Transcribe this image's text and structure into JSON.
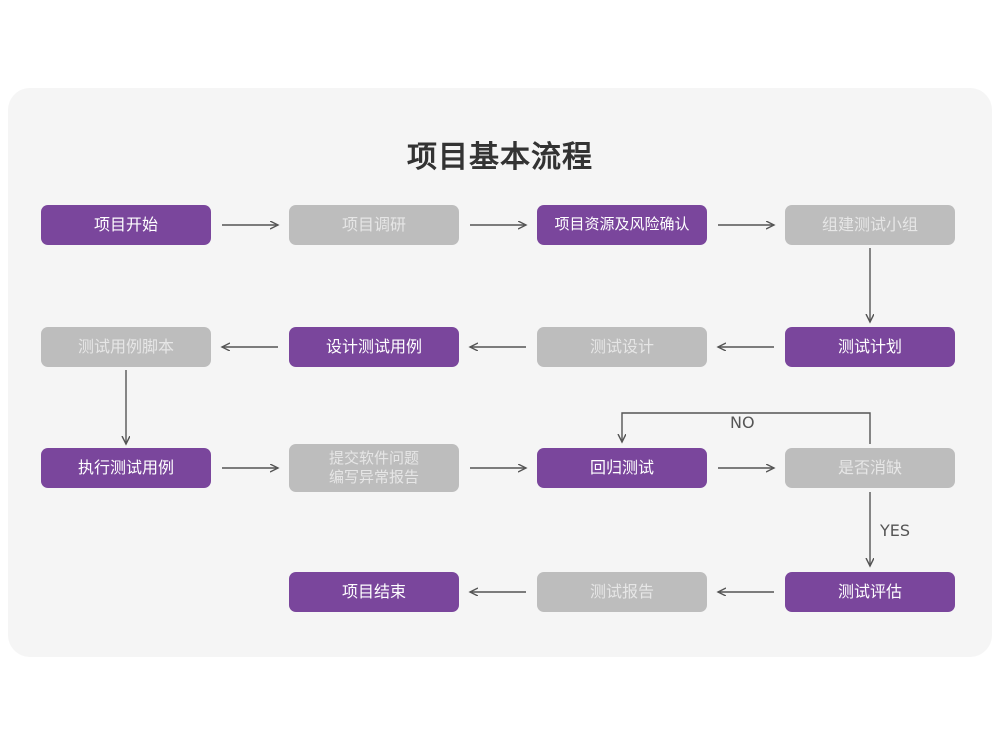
{
  "page": {
    "title": "项目基本流程",
    "background_color": "#ffffff",
    "card_color": "#f5f5f5"
  },
  "colors": {
    "purple": "#7a469c",
    "purple_text": "#ffffff",
    "gray": "#bdbdbd",
    "gray_text": "#e6e6e6",
    "arrow": "#555555",
    "title_text": "#333333"
  },
  "flow": {
    "nodes": [
      {
        "id": "n1",
        "label": "项目开始",
        "style": "purple",
        "row": 1,
        "col": 1
      },
      {
        "id": "n2",
        "label": "项目调研",
        "style": "gray",
        "row": 1,
        "col": 2
      },
      {
        "id": "n3",
        "label": "项目资源及风险确认",
        "style": "purple",
        "row": 1,
        "col": 3
      },
      {
        "id": "n4",
        "label": "组建测试小组",
        "style": "gray",
        "row": 1,
        "col": 4
      },
      {
        "id": "n5",
        "label": "测试用例脚本",
        "style": "gray",
        "row": 2,
        "col": 1
      },
      {
        "id": "n6",
        "label": "设计测试用例",
        "style": "purple",
        "row": 2,
        "col": 2
      },
      {
        "id": "n7",
        "label": "测试设计",
        "style": "gray",
        "row": 2,
        "col": 3
      },
      {
        "id": "n8",
        "label": "测试计划",
        "style": "purple",
        "row": 2,
        "col": 4
      },
      {
        "id": "n9",
        "label": "执行测试用例",
        "style": "purple",
        "row": 3,
        "col": 1
      },
      {
        "id": "n10",
        "label": "提交软件问题\n编写异常报告",
        "style": "gray",
        "row": 3,
        "col": 2
      },
      {
        "id": "n11",
        "label": "回归测试",
        "style": "purple",
        "row": 3,
        "col": 3
      },
      {
        "id": "n12",
        "label": "是否消缺",
        "style": "gray",
        "row": 3,
        "col": 4
      },
      {
        "id": "n13",
        "label": "项目结束",
        "style": "purple",
        "row": 4,
        "col": 2
      },
      {
        "id": "n14",
        "label": "测试报告",
        "style": "gray",
        "row": 4,
        "col": 3
      },
      {
        "id": "n15",
        "label": "测试评估",
        "style": "purple",
        "row": 4,
        "col": 4
      }
    ],
    "edge_labels": [
      {
        "id": "no",
        "text": "NO"
      },
      {
        "id": "yes",
        "text": "YES"
      }
    ]
  }
}
